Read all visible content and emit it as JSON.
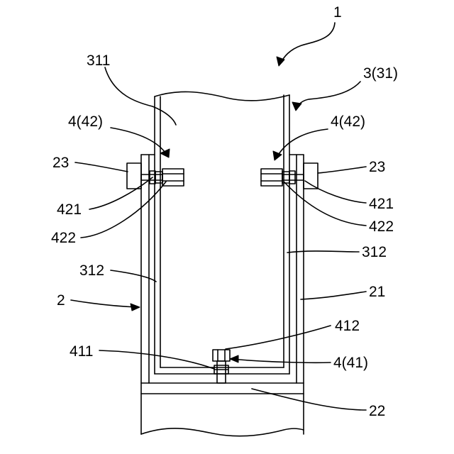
{
  "labels": {
    "assembly": "1",
    "frame": "2",
    "post": "21",
    "crossbar": "22",
    "side_block": "23",
    "container": "3(31)",
    "container_body": "311",
    "container_wall": "312",
    "fastener": "4(42)",
    "bottom_fastener": "4(41)",
    "bolt_head": "421",
    "nut": "422",
    "bottom_nut": "411",
    "bottom_bolt_head": "412"
  },
  "colors": {
    "line": "#000000",
    "background": "#ffffff"
  }
}
